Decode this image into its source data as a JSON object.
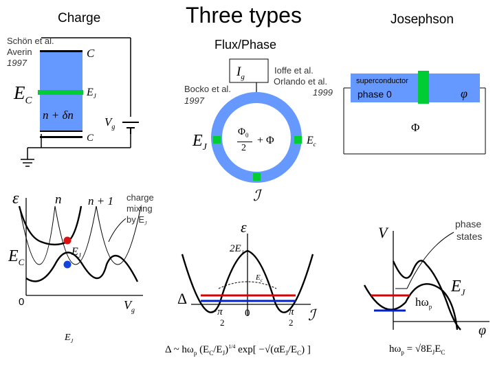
{
  "colors": {
    "blue": "#6699ff",
    "green": "#00cc33",
    "red": "#dd0000",
    "dark_blue": "#0022cc",
    "point_blue": "#1144dd",
    "point_red": "#dd1111"
  },
  "headers": {
    "charge": "Charge",
    "main": "Three types",
    "josephson": "Josephson",
    "flux_phase": "Flux/Phase"
  },
  "charge_panel": {
    "refs": [
      "Schön et al.",
      "Averin",
      "1997"
    ],
    "C_top": "C",
    "E_C": "E",
    "E_C_sub": "C",
    "E_J": "E",
    "E_J_sub": "J",
    "n_dn": "n + δn",
    "V_g": "V",
    "V_g_sub": "g",
    "C_bottom": "C"
  },
  "flux_panel": {
    "ioffe": [
      "Ioffe et al.",
      "Orlando et al.",
      "1999"
    ],
    "bocko": [
      "Bocko et al.",
      "1997"
    ],
    "I_g": "I",
    "I_g_sub": "g",
    "E_J": "E",
    "E_J_sub": "J",
    "phi0": "Φ",
    "phi0_sub": "0",
    "half": "2",
    "plus_phi": "+ Φ",
    "E_c": "E",
    "E_c_sub": "c",
    "fancy_I": "ℐ"
  },
  "junction_panel": {
    "superconductor": "superconductor",
    "phase0": "phase 0",
    "phi": "φ",
    "Phi": "Φ"
  },
  "charge_plot": {
    "epsilon": "ε",
    "n": "n",
    "n1": "n + 1",
    "charge_mixing": [
      "charge",
      "mixing",
      "by E"
    ],
    "cm_sub": "J",
    "E_J": "E",
    "E_J_sub": "J",
    "E_C": "E",
    "E_C_sub": "C",
    "zero": "0",
    "V_g": "V",
    "V_g_sub": "g",
    "bottom_E_J": "E",
    "bottom_E_J_sub": "J"
  },
  "flux_plot": {
    "epsilon": "ε",
    "two_EJ": "2E",
    "two_EJ_sub": "J",
    "E_c": "E",
    "E_c_sub": "c",
    "Delta": "Δ",
    "minus_pi2": "−",
    "pi": "π",
    "two": "2",
    "zero": "0",
    "plus_pi2": "π",
    "fancy_I": "ℐ",
    "formula_lhs": "Δ ~ hω",
    "formula_p": "p",
    "formula_ratio": "(E",
    "formula_mid": "/E",
    "formula_close": ")",
    "formula_exp": "1/4",
    "formula_exp_word": "exp",
    "formula_bracket": "[ −√(αE",
    "formula_bracket2": "/E",
    "formula_end": ") ]"
  },
  "phase_plot": {
    "V": "V",
    "phase_states": [
      "phase",
      "states"
    ],
    "E_J": "E",
    "E_J_sub": "J",
    "hw": "hω",
    "hw_sub": "p",
    "phi": "φ",
    "formula": "hω",
    "formula_p": "p",
    "formula_eq": "= √8E",
    "formula_J": "J",
    "formula_E": "E",
    "formula_C": "C"
  }
}
